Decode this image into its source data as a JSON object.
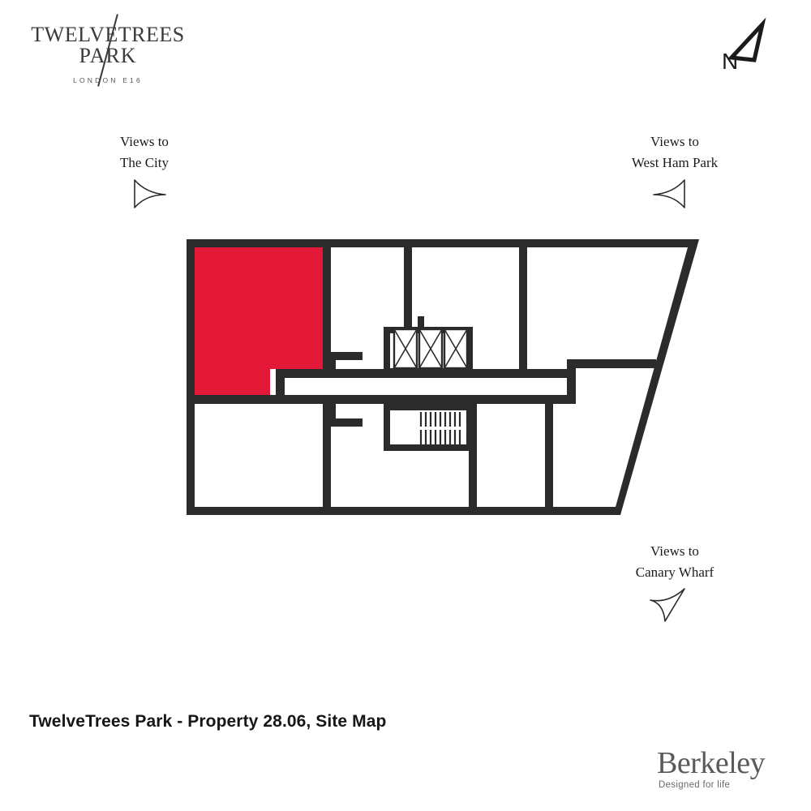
{
  "brand": {
    "logo_line1": "TwelveTrees",
    "logo_line2": "Park",
    "logo_line3": "London E16",
    "slash_icon": "diagonal-slash"
  },
  "compass": {
    "label": "N",
    "icon": "north-arrow-icon",
    "bearing_deg": 25
  },
  "view_annotations": [
    {
      "id": "city",
      "line1": "Views to",
      "line2": "The City",
      "cone_icon": "view-cone-icon",
      "cone_direction": "right"
    },
    {
      "id": "west-ham-park",
      "line1": "Views to",
      "line2": "West Ham Park",
      "cone_icon": "view-cone-icon",
      "cone_direction": "left"
    },
    {
      "id": "canary-wharf",
      "line1": "Views to",
      "line2": "Canary Wharf",
      "cone_icon": "view-cone-icon",
      "cone_direction": "down-left"
    }
  ],
  "caption": {
    "text": "TwelveTrees Park - Property 28.06, Site Map"
  },
  "developer": {
    "name": "Berkeley",
    "tagline": "Designed for life"
  },
  "colors": {
    "highlight_red": "#E31937",
    "wall_black": "#2b2b2b",
    "unit_white": "#ffffff",
    "page_background": "#ffffff",
    "text_dark": "#1b1b1b",
    "logo_grey": "#5a5a5a"
  },
  "floorplan": {
    "highlighted_unit": "28.06",
    "highlight_position": "north-west corner",
    "core": {
      "lift_count": 3,
      "lift_icon": "lift-shaft-icon",
      "stair_icon": "stair-flight-icon",
      "stair_flights": 2
    },
    "units_outline": "irregular trapezoid with raked east facade",
    "corridor": "central east-west corridor"
  }
}
